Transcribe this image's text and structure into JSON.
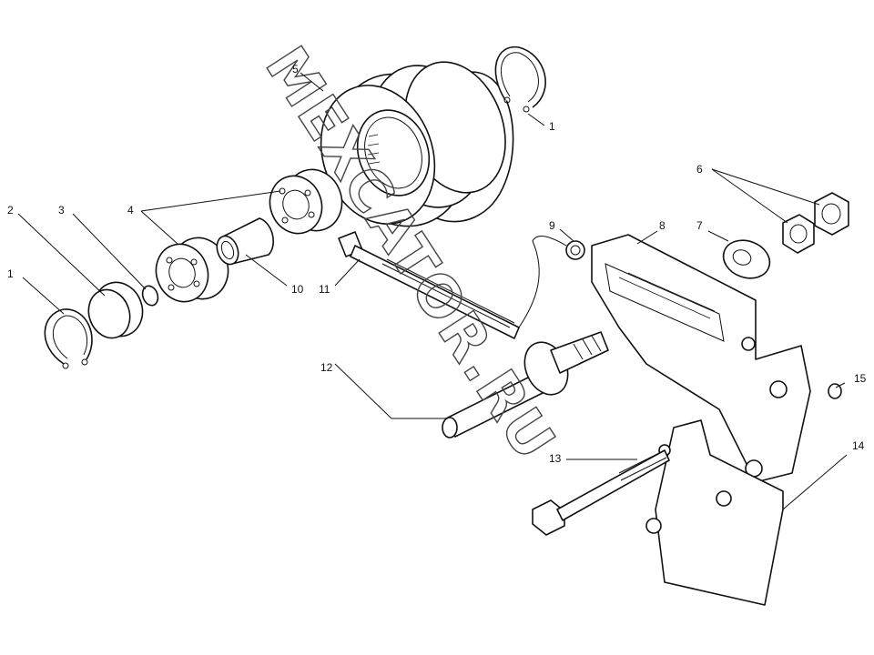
{
  "watermark": "MEXCATOR.RU",
  "callouts": {
    "c1a": "1",
    "c1b": "1",
    "c2": "2",
    "c3": "3",
    "c4": "4",
    "c5": "5",
    "c6": "6",
    "c7": "7",
    "c8": "8",
    "c9": "9",
    "c10": "10",
    "c11": "11",
    "c12": "12",
    "c13": "13",
    "c14": "14",
    "c15": "15"
  }
}
